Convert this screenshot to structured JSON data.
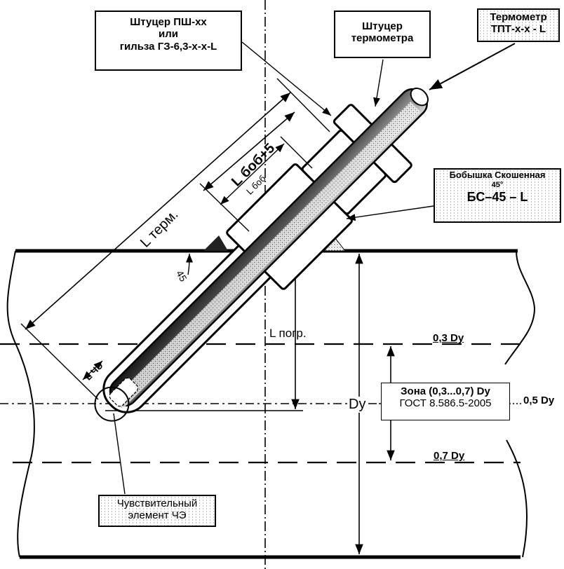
{
  "diagram": {
    "title": "Установка термометра в трубопровод под углом 45°",
    "callouts": {
      "fitting_or_sleeve": {
        "line1": "Штуцер ПШ-хх",
        "line2": "или",
        "line3": "гильза ГЗ-6,3-х-х-L"
      },
      "thermometer_fitting": {
        "line1": "Штуцер",
        "line2": "термометра"
      },
      "thermometer": {
        "line1": "Термометр",
        "line2": "ТПТ-х-х - L"
      },
      "boss": {
        "line1": "Бобышка Скошенная",
        "line2": "45°",
        "line3": "БС–45 – L"
      },
      "sensor": {
        "line1": "Чувствительный",
        "line2": "элемент ЧЭ"
      },
      "zone": {
        "line1": "Зона (0,3...0,7) Dy",
        "line2": "ГОСТ 8.586.5-2005"
      }
    },
    "dimensions": {
      "l_term": "L терм.",
      "l_bob_plus5": "L боб+5",
      "l_bob": "L боб",
      "l_pogr": "L погр.",
      "l_che": "L ЧЭ",
      "angle": "45",
      "dy": "Dy"
    },
    "levels": {
      "l03": "0,3 Dy",
      "l05": "0,5 Dy",
      "l07": "0,7 Dy"
    }
  }
}
